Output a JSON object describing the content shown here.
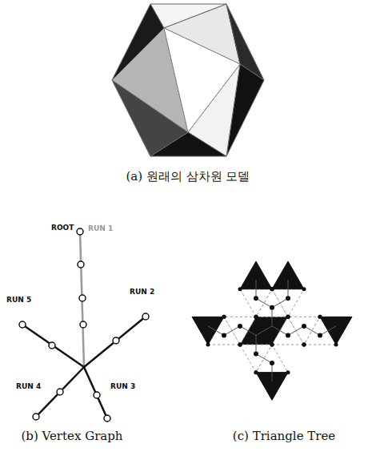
{
  "diagram": {
    "labels": [
      "(a) 원래의 삼차원 모델",
      "ROOT",
      "RUN 1",
      "RUN 2",
      "RUN 3",
      "RUN 4",
      "RUN 5",
      "(b) Vertex Graph",
      "(c) Triangle Tree"
    ]
  }
}
